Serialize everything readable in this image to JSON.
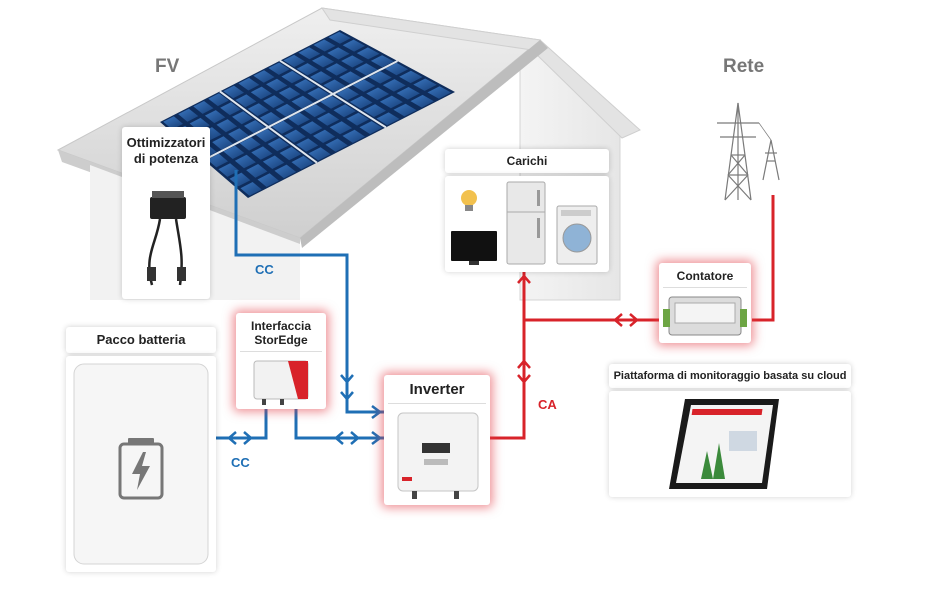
{
  "labels": {
    "pv": "FV",
    "grid": "Rete",
    "optimizers": "Ottimizzatori\ndi potenza",
    "loads": "Carichi",
    "meter": "Contatore",
    "battery": "Pacco batteria",
    "storedge": "Interfaccia\nStorEdge",
    "inverter": "Inverter",
    "cloud": "Piattaforma di monitoraggio basata su cloud",
    "dc_top": "CC",
    "dc_bottom": "CC",
    "ac": "CA"
  },
  "colors": {
    "dc_line": "#1f6fb5",
    "ac_line": "#d8232a",
    "highlight_glow": "#e23c46",
    "panel_blue": "#1e4f8f",
    "roof_gray": "#d9d9d9"
  },
  "icons": [
    "solar-panel-icon",
    "optimizer-icon",
    "lightbulb-icon",
    "tv-icon",
    "fridge-icon",
    "washer-icon",
    "power-tower-icon",
    "meter-icon",
    "battery-icon",
    "storedge-box-icon",
    "inverter-icon",
    "tablet-icon"
  ]
}
